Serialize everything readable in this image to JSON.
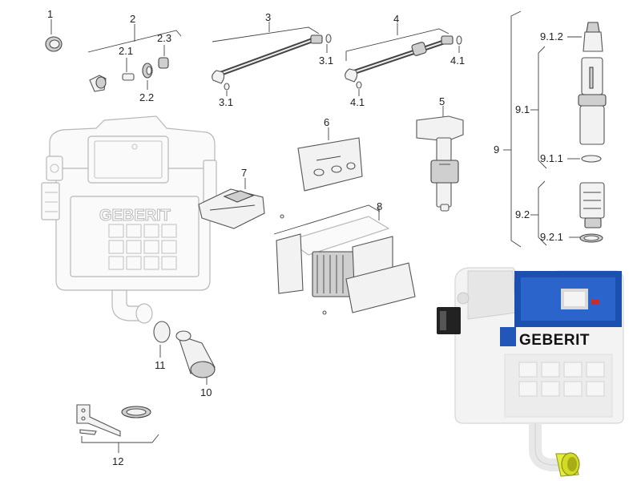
{
  "callouts": {
    "c1": "1",
    "c2": "2",
    "c2_1": "2.1",
    "c2_2": "2.2",
    "c2_3": "2.3",
    "c3": "3",
    "c3_1a": "3.1",
    "c3_1b": "3.1",
    "c4": "4",
    "c4_1a": "4.1",
    "c4_1b": "4.1",
    "c5": "5",
    "c6": "6",
    "c7": "7",
    "c8": "8",
    "c9": "9",
    "c9_1": "9.1",
    "c9_1_1": "9.1.1",
    "c9_1_2": "9.1.2",
    "c9_2": "9.2",
    "c9_2_1": "9.2.1",
    "c10": "10",
    "c11": "11",
    "c12": "12"
  },
  "brand": {
    "ghost_logo": "GEBERIT",
    "photo_logo": "GEBERIT"
  },
  "colors": {
    "brand_blue": "#1f5fae",
    "panel_blue": "#1b4fb0",
    "pipe_yellow": "#e6ec3a",
    "line": "#444444"
  }
}
